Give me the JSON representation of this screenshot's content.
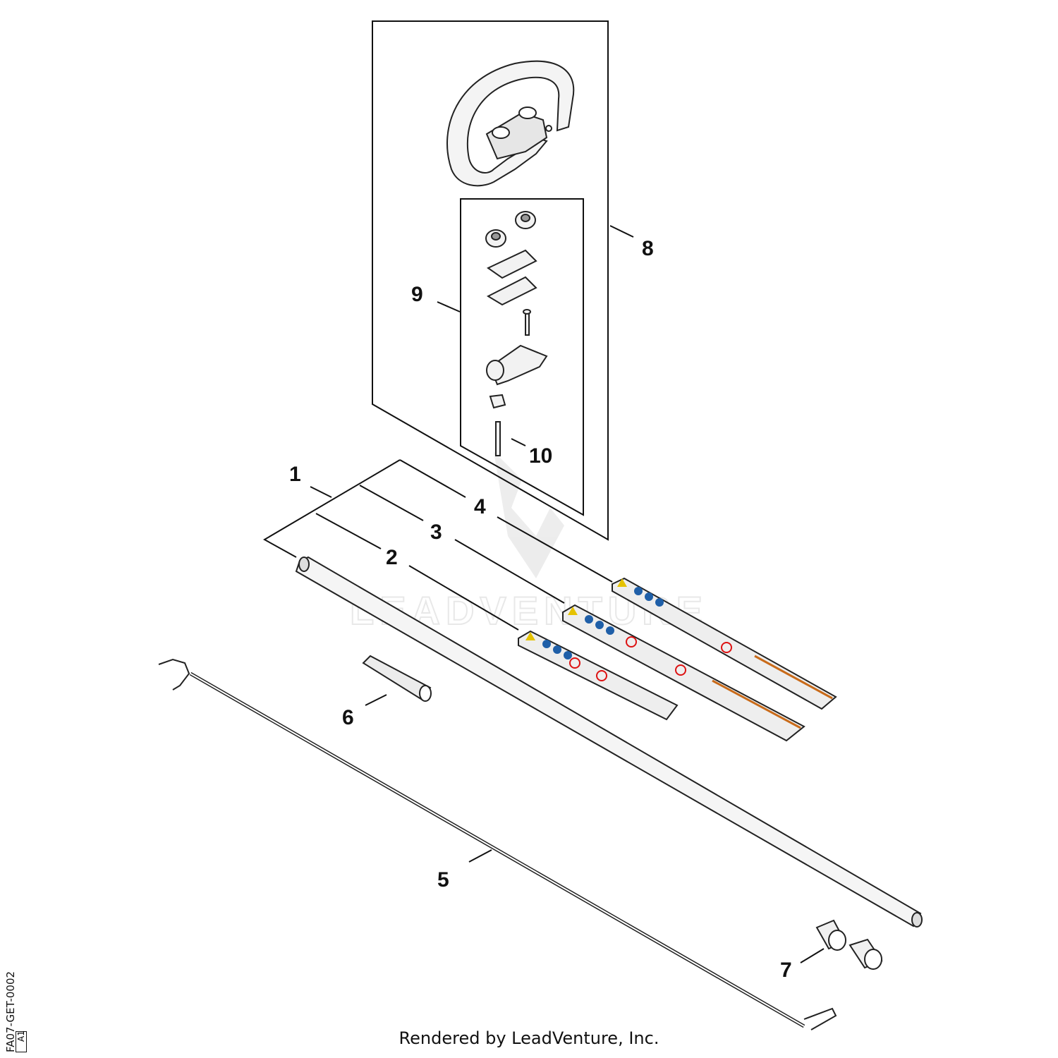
{
  "diagram": {
    "callouts": [
      {
        "id": "1",
        "label": "1"
      },
      {
        "id": "2",
        "label": "2"
      },
      {
        "id": "3",
        "label": "3"
      },
      {
        "id": "4",
        "label": "4"
      },
      {
        "id": "5",
        "label": "5"
      },
      {
        "id": "6",
        "label": "6"
      },
      {
        "id": "7",
        "label": "7"
      },
      {
        "id": "8",
        "label": "8"
      },
      {
        "id": "9",
        "label": "9"
      },
      {
        "id": "10",
        "label": "10"
      }
    ],
    "watermark": "LEADVENTURE",
    "figure_code": "FA07-GET-0002",
    "figure_sub": "A1"
  },
  "footer": {
    "text": "Rendered by LeadVenture, Inc."
  }
}
